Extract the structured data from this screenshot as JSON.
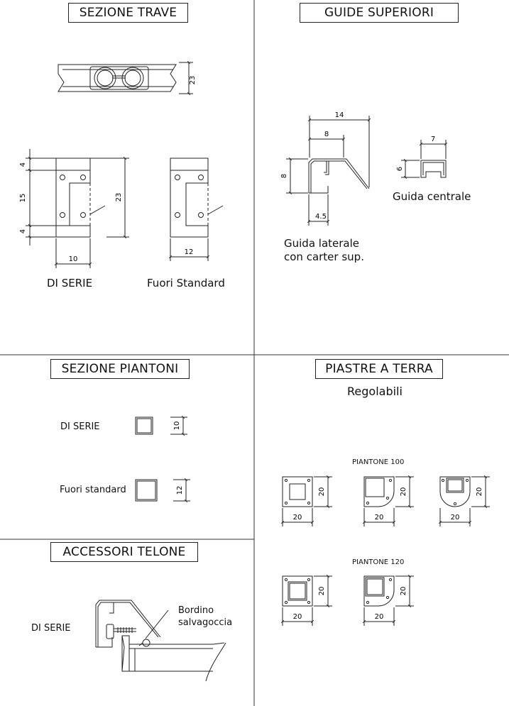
{
  "sections": {
    "trave": {
      "title": "SEZIONE TRAVE",
      "dim_top": "23",
      "dim_left": [
        "4",
        "15",
        "4"
      ],
      "dim_height": "23",
      "dim_serie_width": "10",
      "dim_fuori_width": "12",
      "label_serie": "DI SERIE",
      "label_fuori": "Fuori Standard"
    },
    "guide": {
      "title": "GUIDE SUPERIORI",
      "dim_14": "14",
      "dim_8_top": "8",
      "dim_8_side": "8",
      "dim_45": "4.5",
      "label_laterale_1": "Guida laterale",
      "label_laterale_2": "con carter sup.",
      "dim_7": "7",
      "dim_6": "6",
      "label_centrale": "Guida centrale"
    },
    "piantoni": {
      "title": "SEZIONE PIANTONI",
      "label_serie": "DI SERIE",
      "dim_serie": "10",
      "label_fuori": "Fuori standard",
      "dim_fuori": "12"
    },
    "piastre": {
      "title": "PIASTRE A TERRA",
      "subtitle": "Regolabili",
      "group_100": "PIANTONE 100",
      "group_120": "PIANTONE 120",
      "dim": "20"
    },
    "telone": {
      "title": "ACCESSORI TELONE",
      "label_serie": "DI SERIE",
      "label_bordino_1": "Bordino",
      "label_bordino_2": "salvagoccia"
    }
  }
}
